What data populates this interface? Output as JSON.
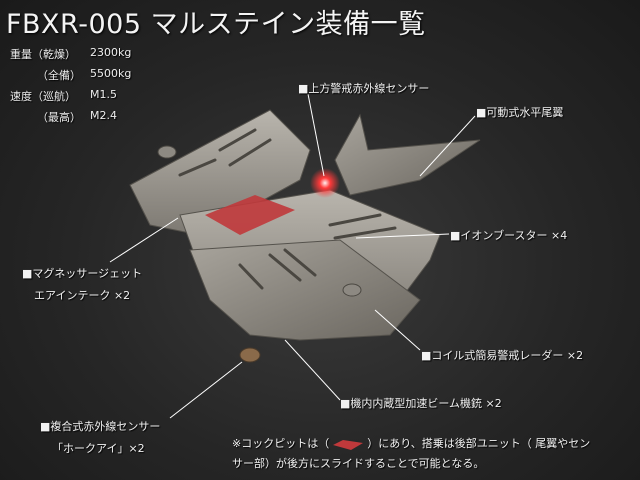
{
  "title": "FBXR-005 マルステイン装備一覧",
  "specs": [
    {
      "label": "重量（乾燥）",
      "value": "2300kg"
    },
    {
      "label": "（全備）",
      "value": "5500kg"
    },
    {
      "label": "速度（巡航）",
      "value": "M1.5"
    },
    {
      "label": "（最高）",
      "value": "M2.4"
    }
  ],
  "callouts": {
    "sensor_top": "■上方警戒赤外線センサー",
    "tail": "■可動式水平尾翼",
    "ion": "■イオンブースター ×4",
    "magnet_1": "■マグネッサージェット",
    "magnet_2": "エアインテーク ×2",
    "radar": "■コイル式簡易警戒レーダー ×2",
    "beam": "■機内内蔵型加速ビーム機銃 ×2",
    "ir_1": "■複合式赤外線センサー",
    "ir_2": "「ホークアイ」×2"
  },
  "note": {
    "part1": "※コックピットは（",
    "part2": "）にあり、搭乗は後部ユニット（ 尾翼やセン",
    "line2": "サー部）が後方にスライドすることで可能となる。"
  },
  "colors": {
    "cockpit_marker": "#c0393b",
    "callout_line": "#ffffff",
    "sensor_glow": "#ff3a3a"
  }
}
